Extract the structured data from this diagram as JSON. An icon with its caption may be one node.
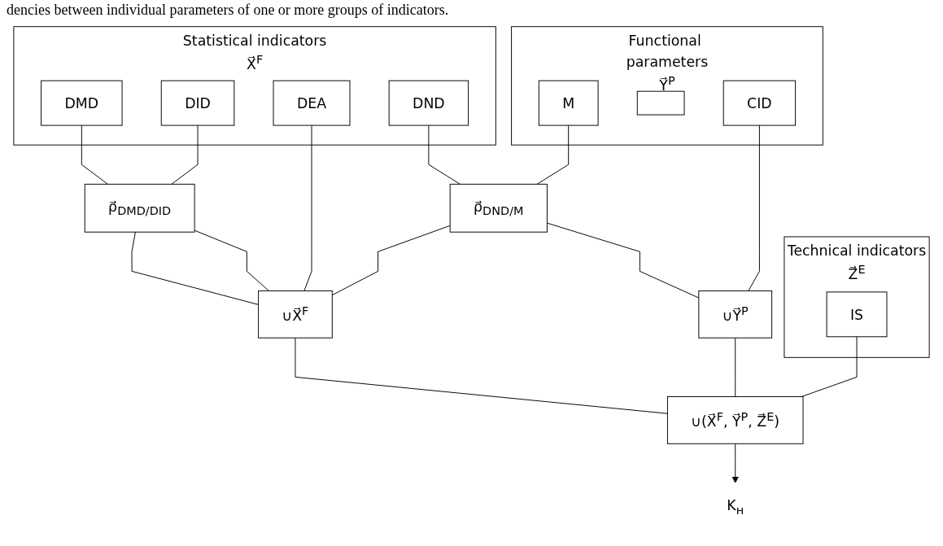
{
  "diagram": {
    "nodes": [
      {
        "text": [
          "Statistical indicators",
          "X⃗$^{F}$"
        ]
      },
      {
        "text": [
          "DMD"
        ],
        "in": 0
      },
      {
        "text": [
          "DID"
        ],
        "in": 0
      },
      {
        "text": [
          "DEA"
        ],
        "in": 0
      },
      {
        "text": [
          "DND"
        ],
        "in": 0
      },
      {
        "text": [
          "Functional parameters",
          "Y⃗$^{P}$"
        ]
      },
      {
        "text": [
          "M"
        ],
        "in": 5
      },
      {
        "text": [],
        "shape": "box",
        "in": 5
      },
      {
        "text": [
          "CID"
        ],
        "in": 5
      },
      {
        "text": [
          "Technical indicators",
          "Z⃗$^{E}$"
        ]
      },
      {
        "text": [
          "IS"
        ],
        "in": 9
      },
      {
        "text": [
          "ρ⃗$_{DMD/DID}$"
        ]
      },
      {
        "text": [
          "ρ⃗$_{DND/M}$"
        ]
      },
      {
        "text": [
          "∪X⃗$^{F}$"
        ]
      },
      {
        "text": [
          "∪Y⃗$^{P}$"
        ]
      },
      {
        "text": [
          "∪(X⃗$^{F}$, Y⃗$^{P}$, Z⃗$^{E}$)"
        ]
      },
      {
        "text": [
          "K$_{н}$"
        ]
      }
    ],
    "edges": [
      {
        "from": 1,
        "to": 11,
        "arrow": "none"
      },
      {
        "from": 2,
        "to": 11,
        "arrow": "none"
      },
      {
        "from": 11,
        "to": 13,
        "arrow": "none"
      },
      {
        "from": 11,
        "to": 13,
        "arrow": "none"
      },
      {
        "from": 3,
        "to": 13,
        "arrow": "none"
      },
      {
        "from": 4,
        "to": 12,
        "arrow": "none"
      },
      {
        "from": 6,
        "to": 12,
        "arrow": "none"
      },
      {
        "from": 12,
        "to": 13,
        "arrow": "none"
      },
      {
        "from": 12,
        "to": 14,
        "arrow": "none"
      },
      {
        "from": 8,
        "to": 14,
        "arrow": "none"
      },
      {
        "from": 13,
        "to": 15,
        "arrow": "none"
      },
      {
        "from": 14,
        "to": 15,
        "arrow": "none"
      },
      {
        "from": 10,
        "to": 15,
        "arrow": "none"
      },
      {
        "from": 15,
        "to": 16,
        "arrow": "to"
      }
    ],
    "labels": [
      "dencies between individual parameters of one or more groups of indicators."
    ]
  }
}
